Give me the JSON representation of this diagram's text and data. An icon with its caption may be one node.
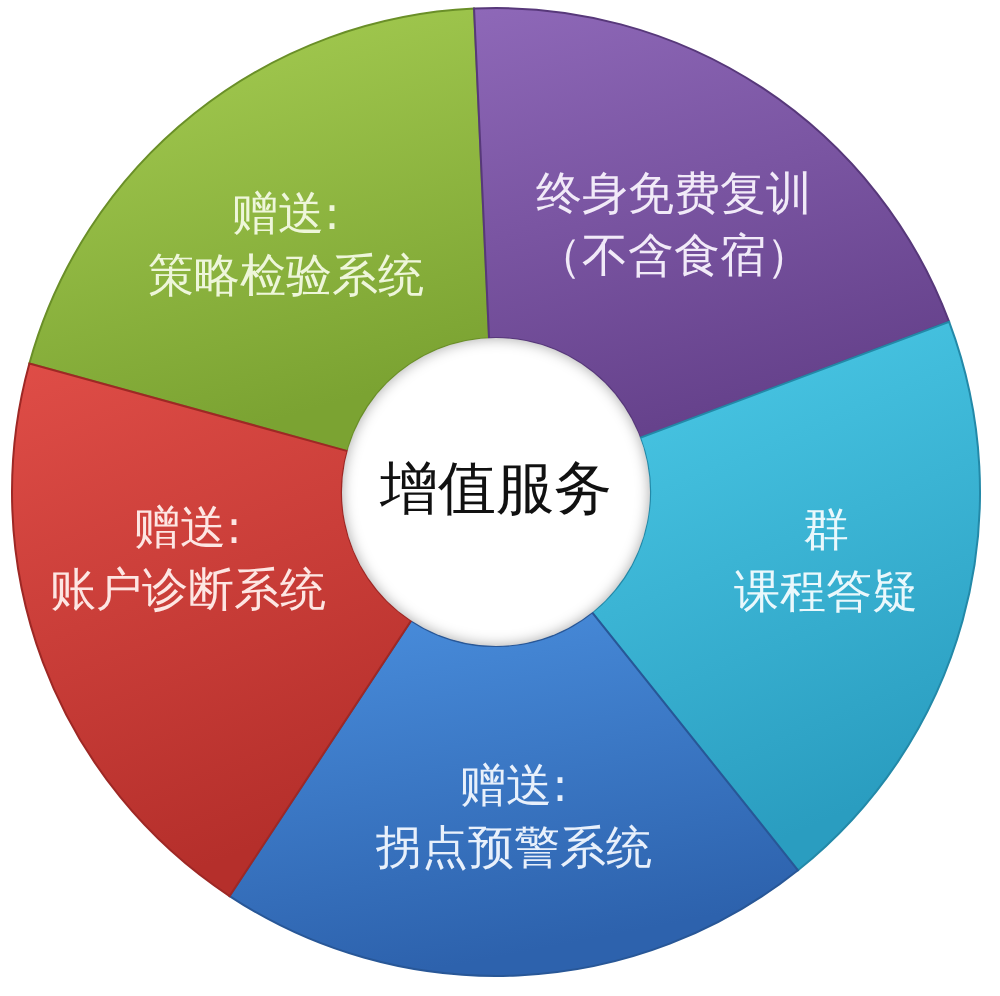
{
  "diagram": {
    "nodes": [
      {
        "text": [
          "增值服务"
        ]
      },
      {
        "text": [
          "赠送:",
          "策略检验系统"
        ]
      },
      {
        "text": [
          "终身免费复训",
          "（不含食宿）"
        ]
      },
      {
        "text": [
          "群",
          "课程答疑"
        ]
      },
      {
        "text": [
          "赠送:",
          "拐点预警系统"
        ]
      },
      {
        "text": [
          "赠送:",
          "账户诊断系统"
        ]
      }
    ]
  }
}
